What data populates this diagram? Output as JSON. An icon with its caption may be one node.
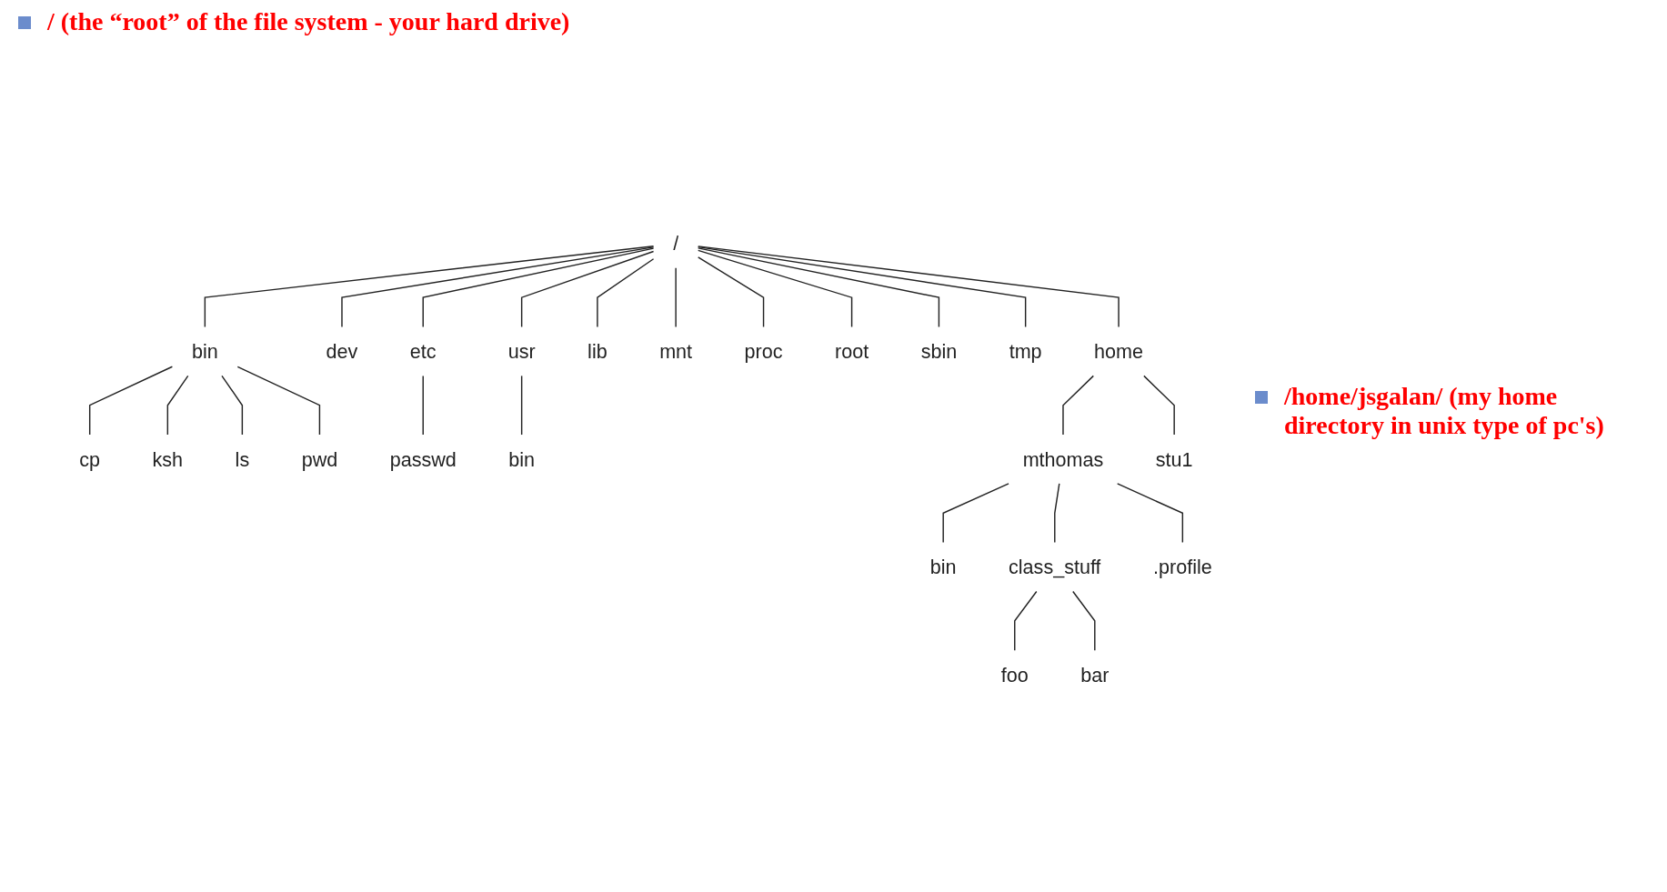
{
  "diagram": {
    "nodes": [
      {
        "text": [
          "/"
        ]
      },
      {
        "text": [
          "bin"
        ]
      },
      {
        "text": [
          "dev"
        ]
      },
      {
        "text": [
          "etc"
        ]
      },
      {
        "text": [
          "home"
        ]
      },
      {
        "text": [
          "lib"
        ]
      },
      {
        "text": [
          "mnt"
        ]
      },
      {
        "text": [
          "proc"
        ]
      },
      {
        "text": [
          "root"
        ]
      },
      {
        "text": [
          "sbin"
        ]
      },
      {
        "text": [
          "tmp"
        ]
      },
      {
        "text": [
          "usr"
        ]
      },
      {
        "text": [
          "cp"
        ]
      },
      {
        "text": [
          "ksh"
        ]
      },
      {
        "text": [
          "ls"
        ]
      },
      {
        "text": [
          "pwd"
        ]
      },
      {
        "text": [
          "passwd"
        ]
      },
      {
        "text": [
          "bin"
        ]
      },
      {
        "text": [
          "mthomas"
        ]
      },
      {
        "text": [
          "stu1"
        ]
      },
      {
        "text": [
          "bin"
        ]
      },
      {
        "text": [
          "class_stuff"
        ]
      },
      {
        "text": [
          ".profile"
        ]
      },
      {
        "text": [
          "foo"
        ]
      },
      {
        "text": [
          "bar"
        ]
      }
    ],
    "edges": [
      {
        "from": 0,
        "to": 1,
        "arrow": "none"
      },
      {
        "from": 0,
        "to": 2,
        "arrow": "none"
      },
      {
        "from": 0,
        "to": 3,
        "arrow": "none"
      },
      {
        "from": 0,
        "to": 4,
        "arrow": "none"
      },
      {
        "from": 0,
        "to": 5,
        "arrow": "none"
      },
      {
        "from": 0,
        "to": 6,
        "arrow": "none"
      },
      {
        "from": 0,
        "to": 7,
        "arrow": "none"
      },
      {
        "from": 0,
        "to": 8,
        "arrow": "none"
      },
      {
        "from": 0,
        "to": 9,
        "arrow": "none"
      },
      {
        "from": 0,
        "to": 10,
        "arrow": "none"
      },
      {
        "from": 0,
        "to": 11,
        "arrow": "none"
      },
      {
        "from": 1,
        "to": 12,
        "arrow": "none"
      },
      {
        "from": 1,
        "to": 13,
        "arrow": "none"
      },
      {
        "from": 1,
        "to": 14,
        "arrow": "none"
      },
      {
        "from": 1,
        "to": 15,
        "arrow": "none"
      },
      {
        "from": 3,
        "to": 16,
        "arrow": "none"
      },
      {
        "from": 11,
        "to": 17,
        "arrow": "none"
      },
      {
        "from": 4,
        "to": 18,
        "arrow": "none"
      },
      {
        "from": 4,
        "to": 19,
        "arrow": "none"
      },
      {
        "from": 18,
        "to": 20,
        "arrow": "none"
      },
      {
        "from": 18,
        "to": 21,
        "arrow": "none"
      },
      {
        "from": 18,
        "to": 22,
        "arrow": "none"
      },
      {
        "from": 21,
        "to": 23,
        "arrow": "none"
      },
      {
        "from": 21,
        "to": 24,
        "arrow": "none"
      }
    ],
    "labels": [
      "/ (the “root” of the file system - your hard drive)",
      "/home/jsgalan/ (my home directory in unix type of pc's)"
    ]
  }
}
